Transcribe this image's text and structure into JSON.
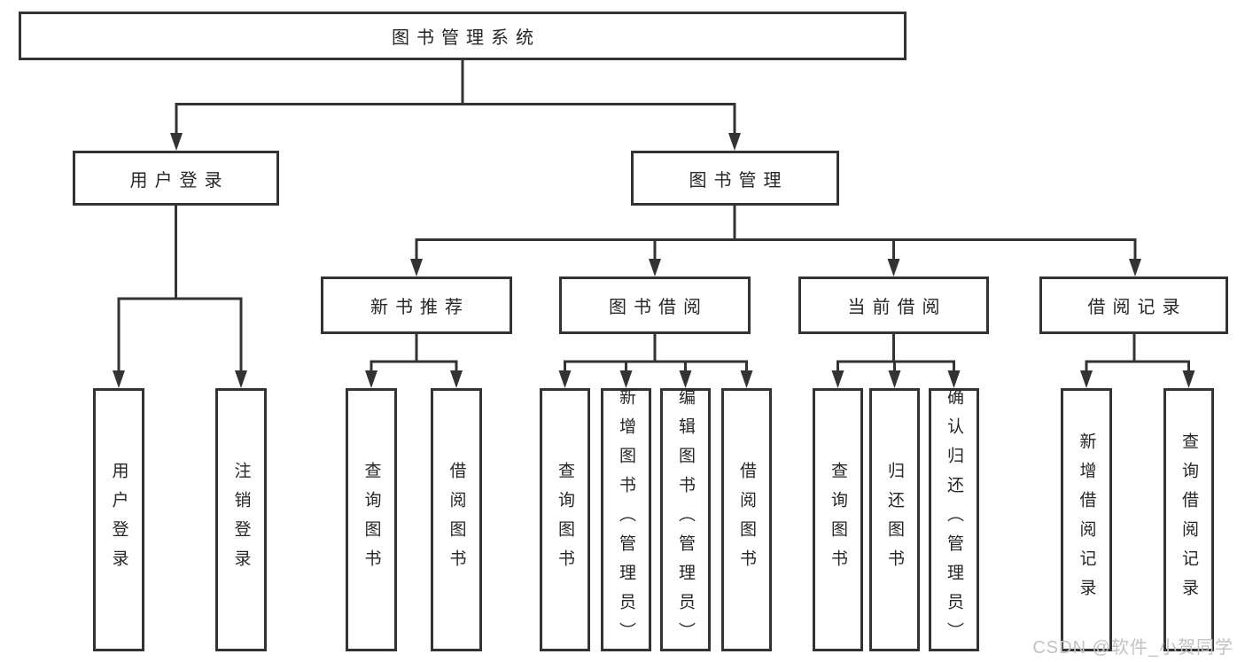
{
  "tree": {
    "label": "图书管理系统",
    "children": [
      {
        "label": "用户登录",
        "children": [
          {
            "label": "用户登录"
          },
          {
            "label": "注销登录"
          }
        ]
      },
      {
        "label": "图书管理",
        "children": [
          {
            "label": "新书推荐",
            "children": [
              {
                "label": "查询图书"
              },
              {
                "label": "借阅图书"
              }
            ]
          },
          {
            "label": "图书借阅",
            "children": [
              {
                "label": "查询图书"
              },
              {
                "label": "新增图书（管理员）"
              },
              {
                "label": "编辑图书（管理员）"
              },
              {
                "label": "借阅图书"
              }
            ]
          },
          {
            "label": "当前借阅",
            "children": [
              {
                "label": "查询图书"
              },
              {
                "label": "归还图书"
              },
              {
                "label": "确认归还（管理员）"
              }
            ]
          },
          {
            "label": "借阅记录",
            "children": [
              {
                "label": "新增借阅记录"
              },
              {
                "label": "查询借阅记录"
              }
            ]
          }
        ]
      }
    ]
  },
  "watermark": {
    "text": "CSDN @软件_小贺同学",
    "color": "#c2c2c2"
  },
  "colors": {
    "background": "#ffffff",
    "line": "#333333",
    "box_border": "#333333",
    "text": "#262626"
  }
}
